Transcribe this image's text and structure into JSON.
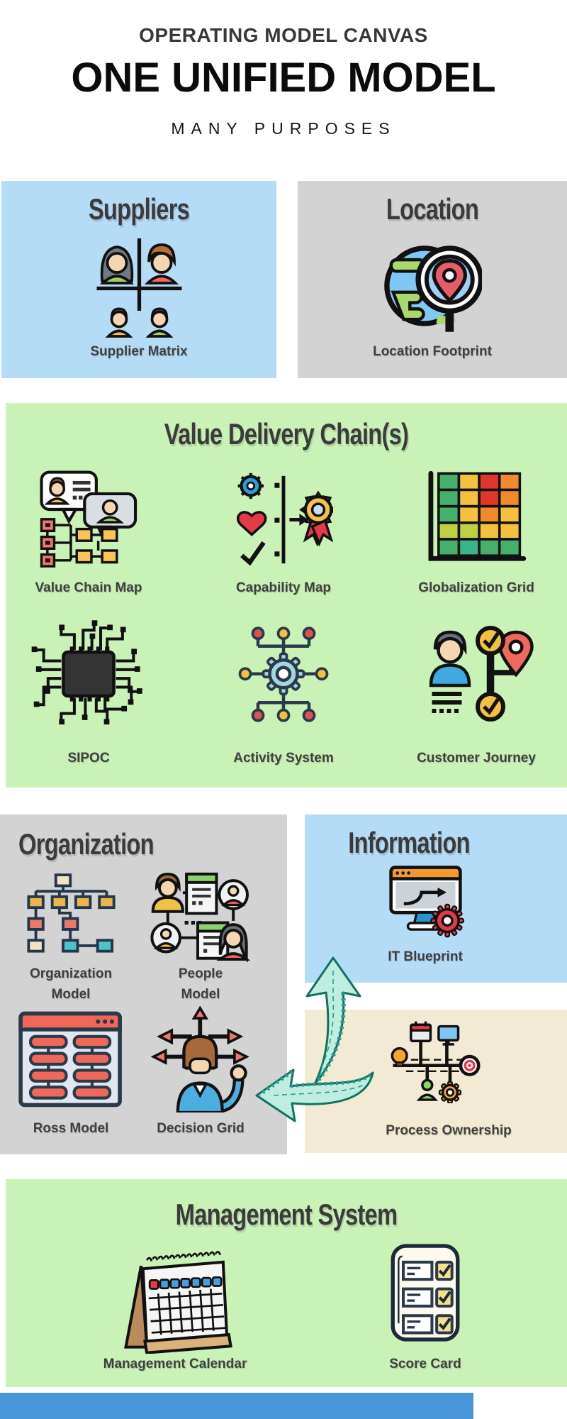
{
  "header": {
    "kicker": "OPERATING MODEL CANVAS",
    "title": "ONE UNIFIED MODEL",
    "subtitle": "MANY PURPOSES"
  },
  "colors": {
    "blue_panel": "#b5dcf7",
    "gray_panel": "#d3d3d3",
    "green_panel": "#c9f2b6",
    "beige_panel": "#f2ead3",
    "title_dark": "#3b3b3b",
    "bottom_bar_blue": "#4a96db",
    "arrow_teal": "#bfeee0"
  },
  "panels": {
    "suppliers": {
      "title": "Suppliers",
      "label": "Supplier Matrix",
      "icon": "supplier-matrix-icon"
    },
    "location": {
      "title": "Location",
      "label": "Location Footprint",
      "icon": "location-footprint-icon"
    },
    "value_delivery": {
      "title": "Value Delivery Chain(s)",
      "items": [
        {
          "label": "Value Chain Map",
          "icon": "value-chain-map-icon"
        },
        {
          "label": "Capability Map",
          "icon": "capability-map-icon"
        },
        {
          "label": "Globalization Grid",
          "icon": "globalization-grid-icon"
        },
        {
          "label": "SIPOC",
          "icon": "sipoc-chip-icon"
        },
        {
          "label": "Activity System",
          "icon": "activity-system-icon"
        },
        {
          "label": "Customer Journey",
          "icon": "customer-journey-icon"
        }
      ]
    },
    "organization": {
      "title": "Organization",
      "items": [
        {
          "label": "Organization Model",
          "icon": "organization-model-icon"
        },
        {
          "label": "People Model",
          "icon": "people-model-icon"
        },
        {
          "label": "Ross Model",
          "icon": "ross-model-icon"
        },
        {
          "label": "Decision Grid",
          "icon": "decision-grid-icon"
        }
      ]
    },
    "information": {
      "title": "Information",
      "label": "IT Blueprint",
      "icon": "it-blueprint-icon"
    },
    "process_ownership": {
      "label": "Process Ownership",
      "icon": "process-ownership-icon"
    },
    "management": {
      "title": "Management System",
      "items": [
        {
          "label": "Management Calendar",
          "icon": "management-calendar-icon"
        },
        {
          "label": "Score Card",
          "icon": "score-card-icon"
        }
      ]
    }
  }
}
